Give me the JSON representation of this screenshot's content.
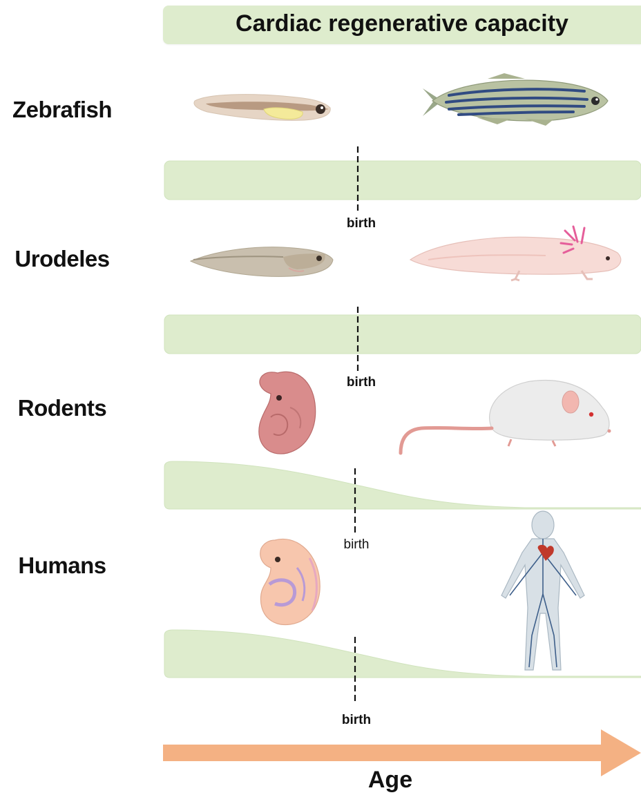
{
  "title": "Cardiac regenerative capacity",
  "species": [
    {
      "name": "Zebrafish",
      "birth_label": "birth",
      "capacity_profile": "constant",
      "icons": [
        "zebrafish-larva-icon",
        "adult-zebrafish-icon"
      ]
    },
    {
      "name": "Urodeles",
      "birth_label": "birth",
      "capacity_profile": "constant",
      "icons": [
        "urodele-larva-icon",
        "axolotl-icon"
      ]
    },
    {
      "name": "Rodents",
      "birth_label": "birth",
      "capacity_profile": "declining after birth",
      "icons": [
        "rodent-embryo-icon",
        "mouse-icon"
      ]
    },
    {
      "name": "Humans",
      "birth_label": "birth",
      "capacity_profile": "declining after birth",
      "icons": [
        "human-embryo-icon",
        "human-circulatory-system-icon"
      ]
    }
  ],
  "axis_label": "Age",
  "colors": {
    "capacity_fill": "#deeccd",
    "capacity_stroke": "#c8dcb4",
    "age_arrow": "#f4b183",
    "dashed_line": "#111111"
  }
}
